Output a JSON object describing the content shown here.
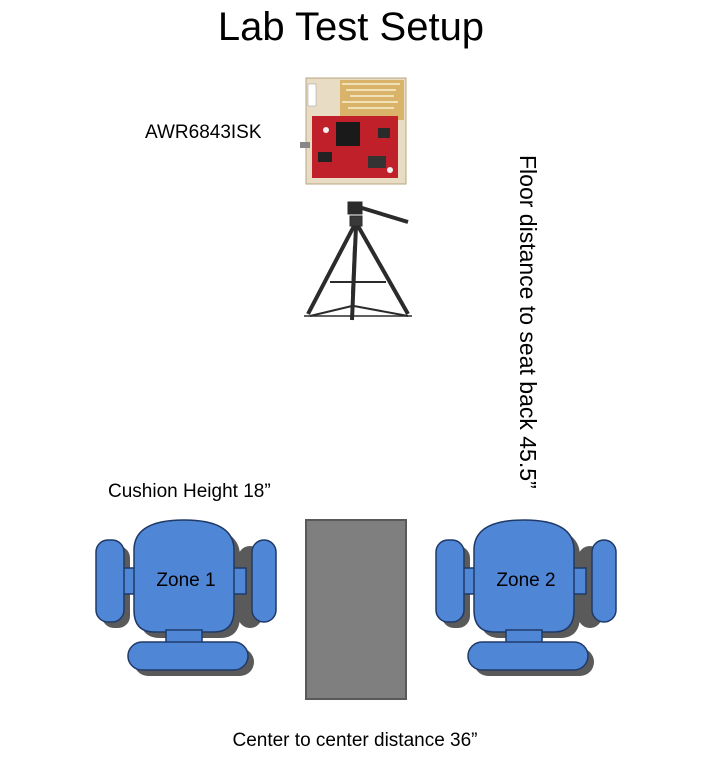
{
  "title": "Lab Test Setup",
  "board_label": "AWR6843ISK",
  "cushion_label": "Cushion Height 18”",
  "floor_distance_label": "Floor distance to seat back 45.5”",
  "center_distance_label": "Center to center distance 36”",
  "zones": [
    {
      "label": "Zone 1"
    },
    {
      "label": "Zone 2"
    }
  ],
  "colors": {
    "seat_fill": "#4f86d6",
    "seat_stroke": "#1f3a68",
    "table_fill": "#7f7f7f",
    "shadow": "#5a5a5a",
    "board_red": "#c0202a",
    "board_gold": "#d9b36a"
  }
}
